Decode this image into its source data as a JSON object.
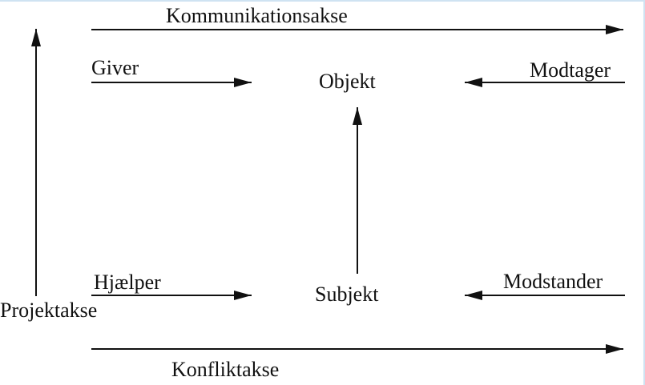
{
  "diagram": {
    "title": "",
    "axes": {
      "communication": "Kommunikationsakse",
      "conflict": "Konfliktakse",
      "project": "Projektakse"
    },
    "actants": {
      "sender": "Giver",
      "object": "Objekt",
      "receiver": "Modtager",
      "helper": "Hjælper",
      "subject": "Subjekt",
      "opponent": "Modstander"
    },
    "colors": {
      "ink": "#111111",
      "frame": "#cfe3f2"
    }
  }
}
